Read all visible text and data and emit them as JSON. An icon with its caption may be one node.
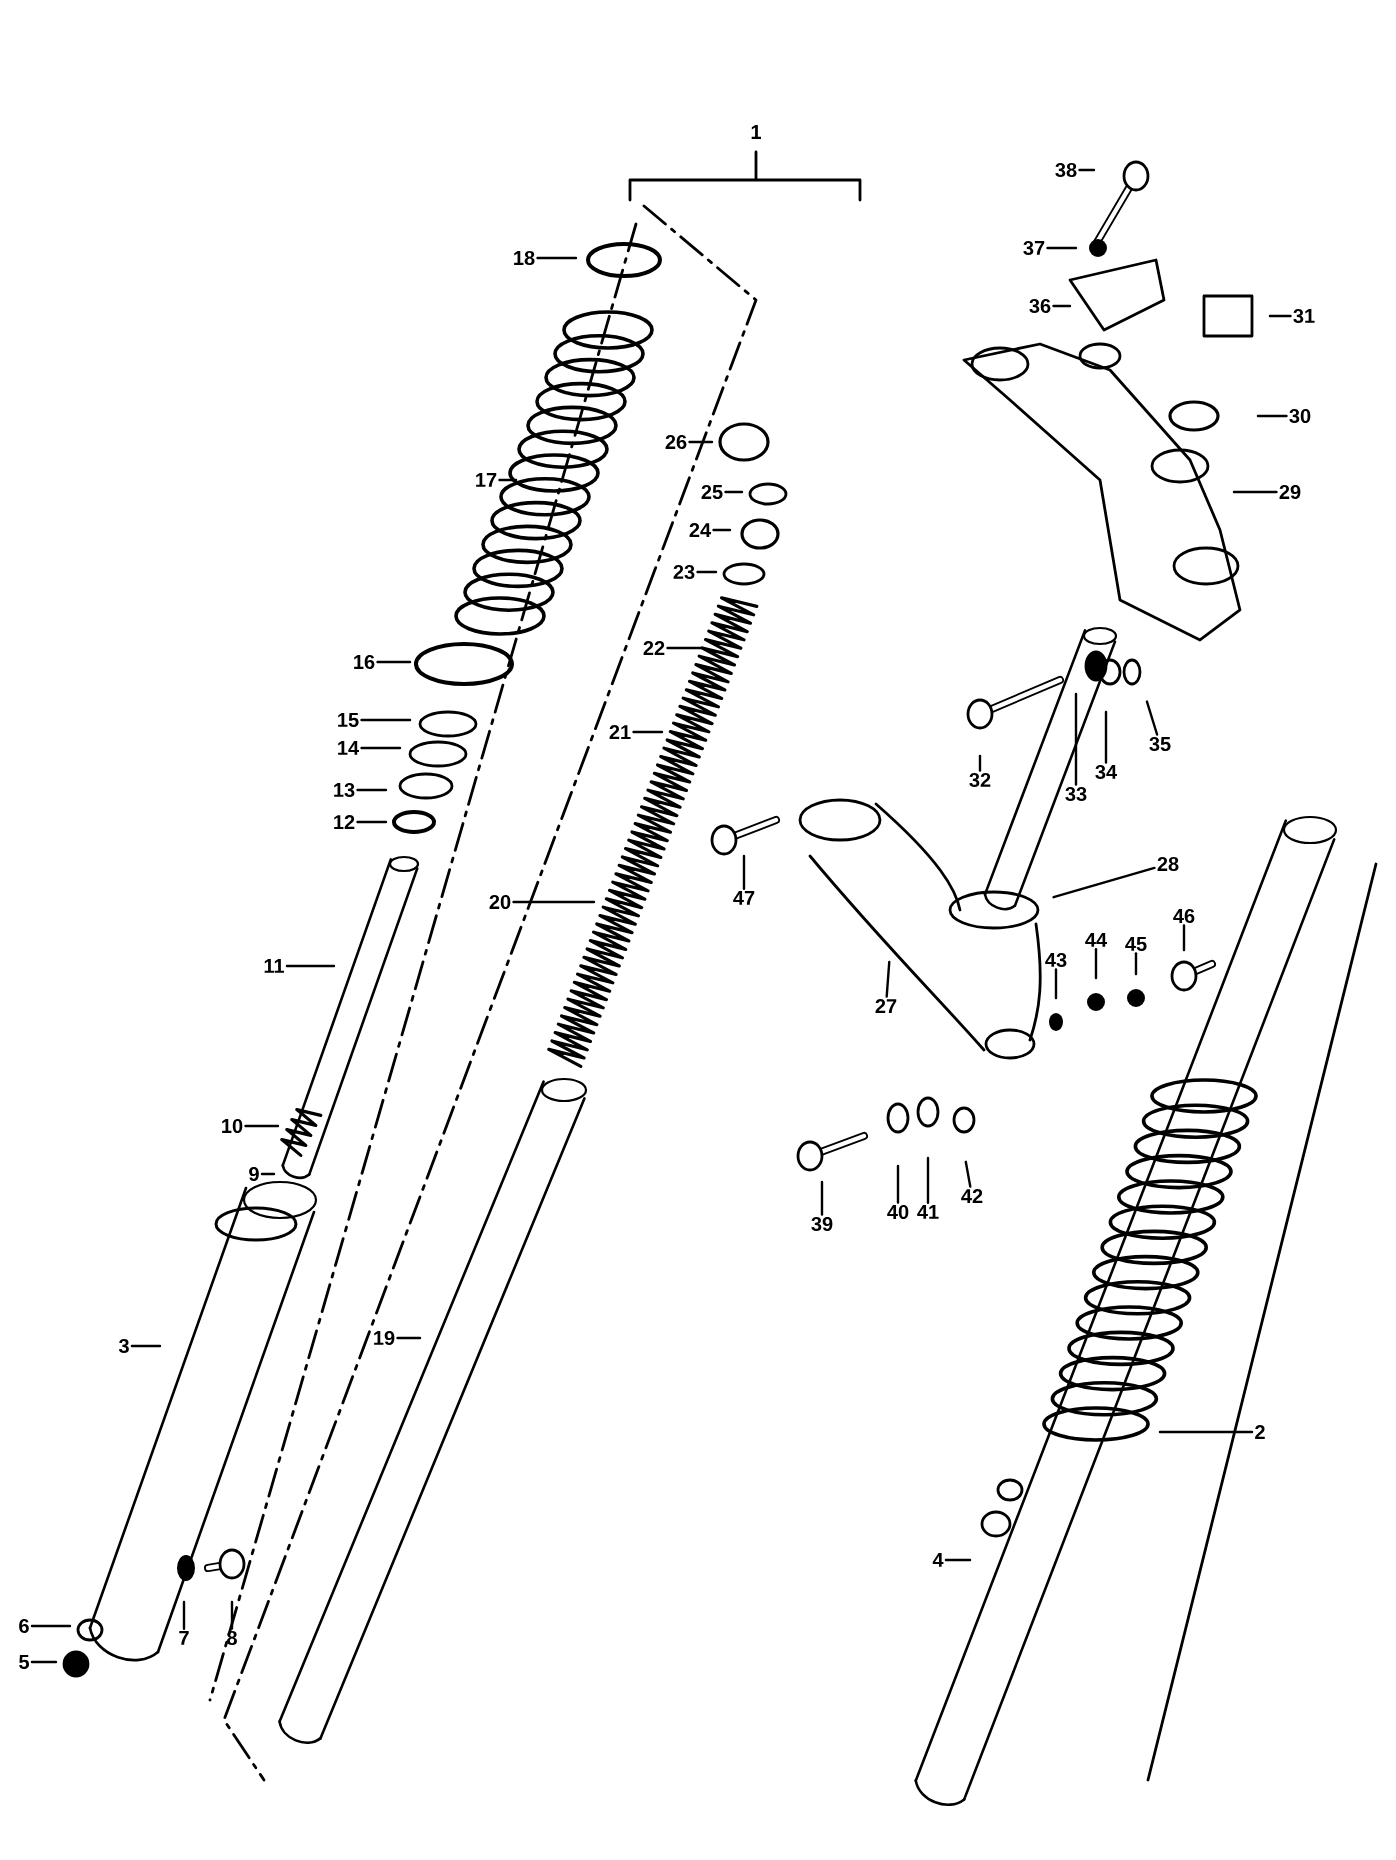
{
  "diagram": {
    "nodes": [
      {
        "text": [
          "38"
        ]
      },
      {
        "text": [
          "18"
        ]
      },
      {
        "text": [
          "37"
        ]
      },
      {
        "text": [
          "36"
        ]
      },
      {
        "text": [
          "31"
        ]
      },
      {
        "text": [
          "30"
        ]
      },
      {
        "text": [
          "26"
        ]
      },
      {
        "text": [
          "29"
        ]
      },
      {
        "text": [
          "25"
        ]
      },
      {
        "text": [
          "24"
        ]
      },
      {
        "text": [
          "17"
        ]
      },
      {
        "text": [
          "23"
        ]
      },
      {
        "text": [
          "22"
        ]
      },
      {
        "text": [
          "16"
        ]
      },
      {
        "text": [
          "35"
        ]
      },
      {
        "text": [
          "15"
        ]
      },
      {
        "text": [
          "21"
        ]
      },
      {
        "text": [
          "14"
        ]
      },
      {
        "text": [
          "34"
        ]
      },
      {
        "text": [
          "32"
        ]
      },
      {
        "text": [
          "13"
        ]
      },
      {
        "text": [
          "33"
        ]
      },
      {
        "text": [
          "12"
        ]
      },
      {
        "text": [
          "47"
        ]
      },
      {
        "text": [
          "28"
        ]
      },
      {
        "text": [
          "20"
        ]
      },
      {
        "text": [
          "46"
        ]
      },
      {
        "text": [
          "44"
        ]
      },
      {
        "text": [
          "45"
        ]
      },
      {
        "text": [
          "43"
        ]
      },
      {
        "text": [
          "11"
        ]
      },
      {
        "text": [
          "27"
        ]
      },
      {
        "text": [
          "10"
        ]
      },
      {
        "text": [
          "9"
        ]
      },
      {
        "text": [
          "42"
        ]
      },
      {
        "text": [
          "40"
        ]
      },
      {
        "text": [
          "41"
        ]
      },
      {
        "text": [
          "39"
        ]
      },
      {
        "text": [
          "3"
        ]
      },
      {
        "text": [
          "19"
        ]
      },
      {
        "text": [
          "2"
        ]
      },
      {
        "text": [
          "4"
        ]
      },
      {
        "text": [
          "6"
        ]
      },
      {
        "text": [
          "7"
        ]
      },
      {
        "text": [
          "8"
        ]
      },
      {
        "text": [
          "5"
        ]
      }
    ],
    "edges": [
      {
        "from": 0,
        "to": null,
        "arrow": "none"
      },
      {
        "from": 1,
        "to": null,
        "arrow": "none"
      },
      {
        "from": 2,
        "to": null,
        "arrow": "none"
      },
      {
        "from": 3,
        "to": null,
        "arrow": "none"
      },
      {
        "from": 4,
        "to": null,
        "arrow": "none"
      },
      {
        "from": 5,
        "to": null,
        "arrow": "none"
      },
      {
        "from": 6,
        "to": null,
        "arrow": "none"
      },
      {
        "from": 7,
        "to": null,
        "arrow": "none"
      },
      {
        "from": 8,
        "to": null,
        "arrow": "none"
      },
      {
        "from": 9,
        "to": null,
        "arrow": "none"
      },
      {
        "from": 10,
        "to": null,
        "arrow": "none"
      },
      {
        "from": 11,
        "to": null,
        "arrow": "none"
      },
      {
        "from": 12,
        "to": null,
        "arrow": "none"
      },
      {
        "from": 13,
        "to": null,
        "arrow": "none"
      },
      {
        "from": 14,
        "to": null,
        "arrow": "none"
      },
      {
        "from": 15,
        "to": null,
        "arrow": "none"
      },
      {
        "from": 16,
        "to": null,
        "arrow": "none"
      },
      {
        "from": 17,
        "to": null,
        "arrow": "none"
      },
      {
        "from": 18,
        "to": null,
        "arrow": "none"
      },
      {
        "from": 19,
        "to": null,
        "arrow": "none"
      },
      {
        "from": 20,
        "to": null,
        "arrow": "none"
      },
      {
        "from": 21,
        "to": null,
        "arrow": "none"
      },
      {
        "from": 22,
        "to": null,
        "arrow": "none"
      },
      {
        "from": 23,
        "to": null,
        "arrow": "none"
      },
      {
        "from": 24,
        "to": null,
        "arrow": "none"
      },
      {
        "from": 25,
        "to": null,
        "arrow": "none"
      },
      {
        "from": 26,
        "to": null,
        "arrow": "none"
      },
      {
        "from": 27,
        "to": null,
        "arrow": "none"
      },
      {
        "from": 28,
        "to": null,
        "arrow": "none"
      },
      {
        "from": 29,
        "to": null,
        "arrow": "none"
      },
      {
        "from": 30,
        "to": null,
        "arrow": "none"
      },
      {
        "from": 31,
        "to": null,
        "arrow": "none"
      },
      {
        "from": 32,
        "to": null,
        "arrow": "none"
      },
      {
        "from": 33,
        "to": null,
        "arrow": "none"
      },
      {
        "from": 34,
        "to": null,
        "arrow": "none"
      },
      {
        "from": 35,
        "to": null,
        "arrow": "none"
      },
      {
        "from": 36,
        "to": null,
        "arrow": "none"
      },
      {
        "from": 37,
        "to": null,
        "arrow": "none"
      },
      {
        "from": 38,
        "to": null,
        "arrow": "none"
      },
      {
        "from": 39,
        "to": null,
        "arrow": "none"
      },
      {
        "from": 40,
        "to": null,
        "arrow": "none"
      },
      {
        "from": 41,
        "to": null,
        "arrow": "none"
      },
      {
        "from": 42,
        "to": null,
        "arrow": "none"
      },
      {
        "from": 43,
        "to": null,
        "arrow": "none"
      },
      {
        "from": 44,
        "to": null,
        "arrow": "none"
      },
      {
        "from": 45,
        "to": null,
        "arrow": "none"
      }
    ],
    "labels": [
      "1"
    ]
  }
}
